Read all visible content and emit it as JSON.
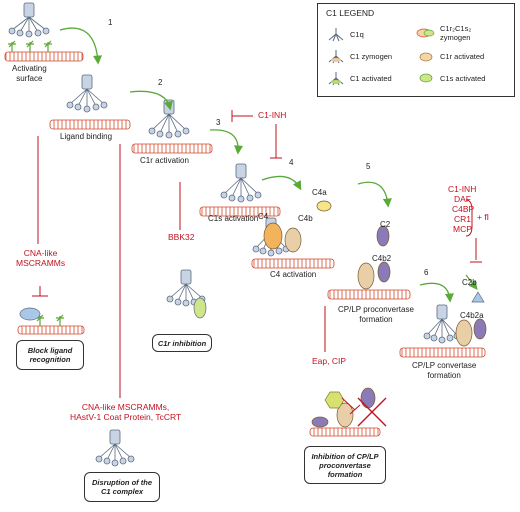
{
  "legend": {
    "title": "C1 LEGEND",
    "items": [
      {
        "label": "C1q"
      },
      {
        "label": "C1 zymogen"
      },
      {
        "label": "C1 activated"
      },
      {
        "label": "C1r₂C1s₂\nzymogen"
      },
      {
        "label": "C1r activated"
      },
      {
        "label": "C1s activated"
      }
    ]
  },
  "steps": [
    "1",
    "2",
    "3",
    "4",
    "5",
    "6"
  ],
  "stages": {
    "activating_surface": "Activating\nsurface",
    "ligand_binding": "Ligand binding",
    "c1r_activation": "C1r activation",
    "c1s_activation": "C1s activation",
    "c4_activation": "C4 activation",
    "proconvertase": "CP/LP proconvertase\nformation",
    "convertase": "CP/LP convertase\nformation"
  },
  "molecules": {
    "c4": "C4",
    "c4a": "C4a",
    "c4b": "C4b",
    "c2": "C2",
    "c4b2": "C4b2",
    "c2b": "C2b",
    "c4b2a": "C4b2a"
  },
  "inhibitors": {
    "c1_inh": "C1-INH",
    "cna_like": "CNA-like\nMSCRAMMs",
    "bbk32": "BBK32",
    "eap_cip": "Eap, CIP",
    "disruptors": "CNA-like MSCRAMMs,\nHAstV-1 Coat Protein, TcCRT",
    "regulators": [
      "C1-INH",
      "DAF",
      "C4BP",
      "CR1",
      "MCP"
    ],
    "fi": "+ fI"
  },
  "boxes": {
    "block_ligand": "Block ligand\nrecognition",
    "c1r_inhibition": "C1r inhibition",
    "disruption": "Disruption of the\nC1 complex",
    "inhibition_proconvertase": "Inhibition of CP/LP\nproconvertase\nformation"
  },
  "colors": {
    "inhibitor_red": "#c1121f",
    "arrow_green": "#5aaa3a",
    "membrane_red": "#d24a2e",
    "c1q_gray": "#8a9bb0",
    "c4_orange": "#f2b35c",
    "c4b_tan": "#e8cfa8",
    "c2_purple": "#8a7ab8",
    "c2b_blue": "#a8c8e8",
    "c1r_tan": "#f0c89a",
    "c1s_green": "#b8d86a",
    "ligand_green": "#5aa832",
    "c1r_activated_tan": "#f3d6a8",
    "c1s_activated_green": "#cfe58a",
    "c1q_blue": "#c8d4e4"
  }
}
